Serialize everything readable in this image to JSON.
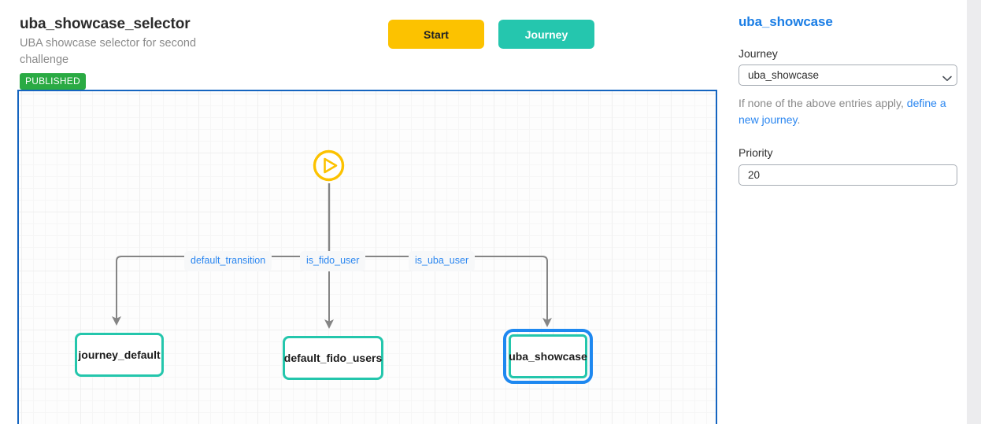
{
  "header": {
    "title": "uba_showcase_selector",
    "subtitle": "UBA showcase selector for second challenge",
    "status": "PUBLISHED",
    "status_color": "#2aaa43"
  },
  "toolbar": {
    "start_label": "Start",
    "start_color": "#fcc200",
    "journey_label": "Journey",
    "journey_color": "#25c6ae"
  },
  "canvas": {
    "border_color": "#1565c0",
    "start_node": {
      "icon": "play-circle-icon",
      "color": "#fcc200"
    },
    "nodes": [
      {
        "id": "journey_default",
        "label": "journey_default",
        "selected": false,
        "border_color": "#24c6ac"
      },
      {
        "id": "default_fido_users",
        "label": "default_fido_users",
        "selected": false,
        "border_color": "#24c6ac"
      },
      {
        "id": "uba_showcase",
        "label": "uba_showcase",
        "selected": true,
        "border_color": "#24c6ac",
        "selection_color": "#1e88f0"
      }
    ],
    "edge_labels": [
      {
        "id": "default_transition",
        "label": "default_transition",
        "color": "#2a86f0"
      },
      {
        "id": "is_fido_user",
        "label": "is_fido_user",
        "color": "#2a86f0"
      },
      {
        "id": "is_uba_user",
        "label": "is_uba_user",
        "color": "#2a86f0"
      }
    ],
    "edge_color": "#858585"
  },
  "panel": {
    "title": "uba_showcase",
    "title_color": "#1b7ee5",
    "journey_label": "Journey",
    "journey_value": "uba_showcase",
    "journey_options": [
      "uba_showcase"
    ],
    "helper_prefix": "If none of the above entries apply, ",
    "helper_link": "define a new journey",
    "helper_suffix": ".",
    "priority_label": "Priority",
    "priority_value": "20"
  }
}
